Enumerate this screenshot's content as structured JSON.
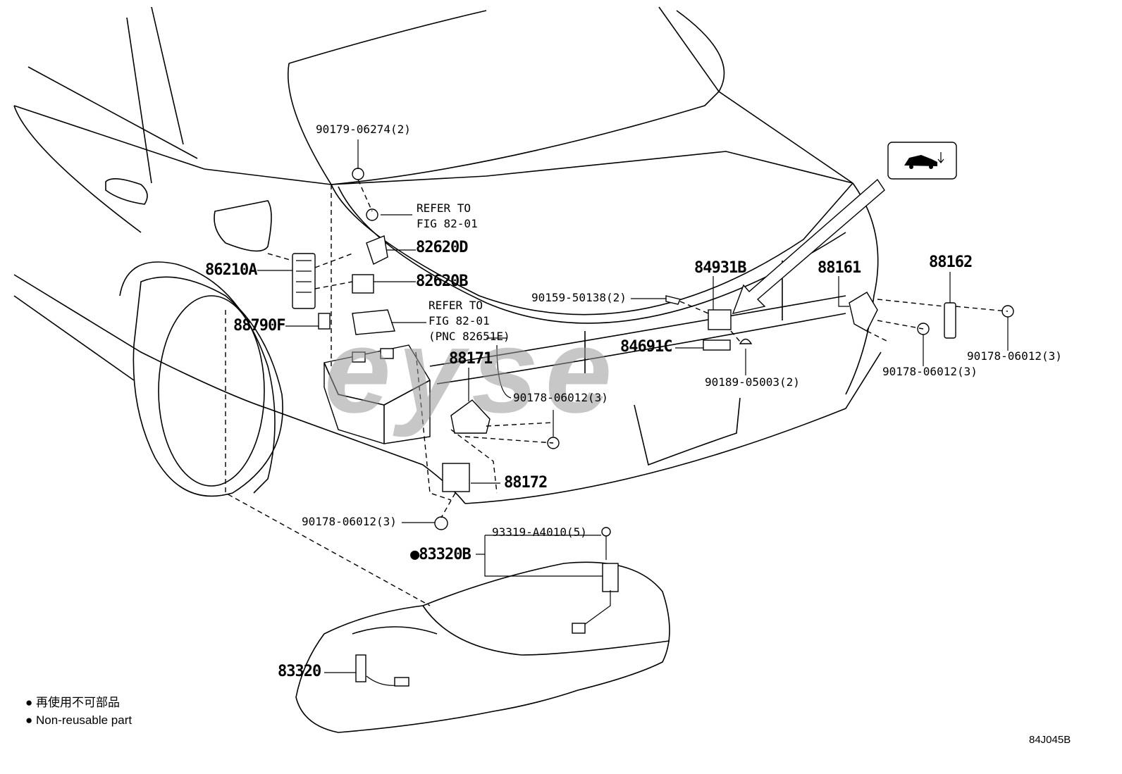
{
  "labels": {
    "p90179": "90179-06274(2)",
    "refer1_l1": "REFER TO",
    "refer1_l2": "FIG 82-01",
    "p82620D": "82620D",
    "p86210A": "86210A",
    "p82620B": "82620B",
    "p88790F": "88790F",
    "refer2_l1": "REFER TO",
    "refer2_l2": "FIG 82-01",
    "refer2_l3": "(PNC 82651E)",
    "p90159": "90159-50138(2)",
    "p84931B": "84931B",
    "p88161": "88161",
    "p88162": "88162",
    "p84691C": "84691C",
    "p88171": "88171",
    "p90178_a": "90178-06012(3)",
    "p90178_b": "90178-06012(3)",
    "p90178_c": "90178-06012(3)",
    "p90178_d": "90178-06012(3)",
    "p90189": "90189-05003(2)",
    "p88172": "88172",
    "p93319": "93319-A4010(5)",
    "p83320B": "83320B",
    "p83320": "83320"
  },
  "legend": {
    "bullet": "●",
    "jp": "再使用不可部品",
    "en": "Non-reusable part"
  },
  "diagram_code": "84J045B",
  "watermark": "eyse"
}
